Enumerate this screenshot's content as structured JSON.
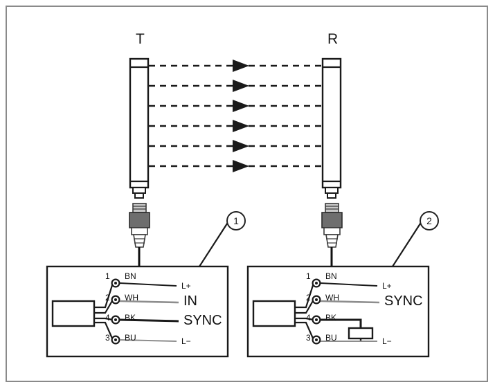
{
  "diagram": {
    "title_labels": {
      "transmitter": "T",
      "receiver": "R"
    },
    "callouts": [
      {
        "id": "callout-1",
        "label": "1",
        "refers_to": "transmitter-wiring-box"
      },
      {
        "id": "callout-2",
        "label": "2",
        "refers_to": "receiver-wiring-box"
      }
    ],
    "beam": {
      "count": 6,
      "style": "dashed-with-arrowhead",
      "direction": "transmitter-to-receiver"
    },
    "transmitter_box": {
      "name": "transmitter-wiring-box",
      "rows": [
        {
          "pin": "1",
          "wire": "BN",
          "terminal": "L+",
          "terminal_size": "small"
        },
        {
          "pin": "2",
          "wire": "WH",
          "terminal": "IN",
          "terminal_size": "big"
        },
        {
          "pin": "4",
          "wire": "BK",
          "terminal": "SYNC",
          "terminal_size": "big"
        },
        {
          "pin": "3",
          "wire": "BU",
          "terminal": "L−",
          "terminal_size": "small"
        }
      ]
    },
    "receiver_box": {
      "name": "receiver-wiring-box",
      "has_load_resistor": true,
      "rows": [
        {
          "pin": "1",
          "wire": "BN",
          "terminal": "L+",
          "terminal_size": "small"
        },
        {
          "pin": "2",
          "wire": "WH",
          "terminal": "SYNC",
          "terminal_size": "big"
        },
        {
          "pin": "4",
          "wire": "BK",
          "terminal": "",
          "terminal_size": "small"
        },
        {
          "pin": "3",
          "wire": "BU",
          "terminal": "L−",
          "terminal_size": "small"
        }
      ]
    },
    "colors": {
      "frame": "#8a8a8a",
      "line": "#1a1a1a",
      "line_light": "#8d8d8d",
      "connector_body": "#6e6e6e",
      "connector_light": "#c9c9c9",
      "white": "#ffffff"
    }
  }
}
